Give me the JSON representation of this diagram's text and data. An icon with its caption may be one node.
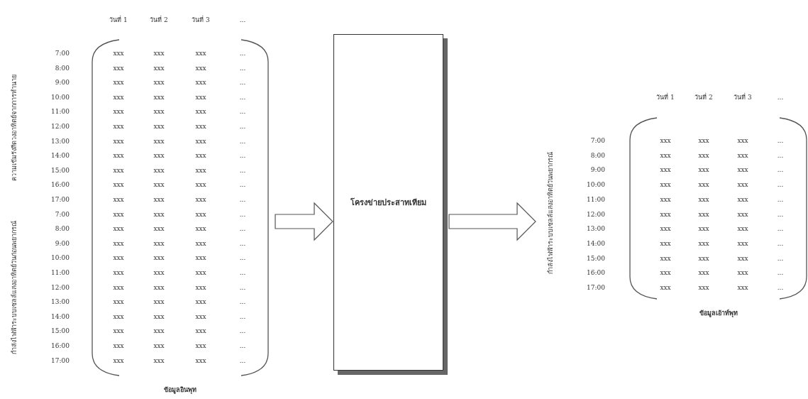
{
  "diagram": {
    "nodes": [
      {
        "text": [
          "ข้อมูลอินพุท"
        ]
      },
      {
        "text": [
          "โครงข่ายประสาทเทียม"
        ]
      },
      {
        "text": [
          "ข้อมูลเอ้าท์พุท"
        ]
      }
    ],
    "edges": [
      {
        "from": 0,
        "to": 1,
        "arrow": "to"
      },
      {
        "from": 1,
        "to": 2,
        "arrow": "to"
      }
    ],
    "labels": [
      "วันที่ 1",
      "วันที่ 2",
      "วันที่ 3",
      "...",
      "ความเข้มรังสีดวงอาทิตย์จากการทำนาย",
      "กำลังไฟฟ้าระบบเซลล์แสงอาทิตย์วันก่อนพยากรณ์",
      "7:00",
      "xxx",
      "xxx",
      "xxx",
      "...",
      "8:00",
      "xxx",
      "xxx",
      "xxx",
      "...",
      "9:00",
      "xxx",
      "xxx",
      "xxx",
      "...",
      "10:00",
      "xxx",
      "xxx",
      "xxx",
      "...",
      "11:00",
      "xxx",
      "xxx",
      "xxx",
      "...",
      "12:00",
      "xxx",
      "xxx",
      "xxx",
      "...",
      "13:00",
      "xxx",
      "xxx",
      "xxx",
      "...",
      "14:00",
      "xxx",
      "xxx",
      "xxx",
      "...",
      "15:00",
      "xxx",
      "xxx",
      "xxx",
      "...",
      "16:00",
      "xxx",
      "xxx",
      "xxx",
      "...",
      "17:00",
      "xxx",
      "xxx",
      "xxx",
      "...",
      "7:00",
      "xxx",
      "xxx",
      "xxx",
      "...",
      "8:00",
      "xxx",
      "xxx",
      "xxx",
      "...",
      "9:00",
      "xxx",
      "xxx",
      "xxx",
      "...",
      "10:00",
      "xxx",
      "xxx",
      "xxx",
      "...",
      "11:00",
      "xxx",
      "xxx",
      "xxx",
      "...",
      "12:00",
      "xxx",
      "xxx",
      "xxx",
      "...",
      "13:00",
      "xxx",
      "xxx",
      "xxx",
      "...",
      "14:00",
      "xxx",
      "xxx",
      "xxx",
      "...",
      "15:00",
      "xxx",
      "xxx",
      "xxx",
      "...",
      "16:00",
      "xxx",
      "xxx",
      "xxx",
      "...",
      "17:00",
      "xxx",
      "xxx",
      "xxx",
      "...",
      "วันที่ 1",
      "วันที่ 2",
      "วันที่ 3",
      "...",
      "กำลังไฟฟ้าระบบเซลล์แสงอาทิตย์วันพยากรณ์",
      "7:00",
      "xxx",
      "xxx",
      "xxx",
      "...",
      "8:00",
      "xxx",
      "xxx",
      "xxx",
      "...",
      "9:00",
      "xxx",
      "xxx",
      "xxx",
      "...",
      "10:00",
      "xxx",
      "xxx",
      "xxx",
      "...",
      "11:00",
      "xxx",
      "xxx",
      "xxx",
      "...",
      "12:00",
      "xxx",
      "xxx",
      "xxx",
      "...",
      "13:00",
      "xxx",
      "xxx",
      "xxx",
      "...",
      "14:00",
      "xxx",
      "xxx",
      "xxx",
      "...",
      "15:00",
      "xxx",
      "xxx",
      "xxx",
      "...",
      "16:00",
      "xxx",
      "xxx",
      "xxx",
      "...",
      "17:00",
      "xxx",
      "xxx",
      "xxx",
      "..."
    ]
  }
}
